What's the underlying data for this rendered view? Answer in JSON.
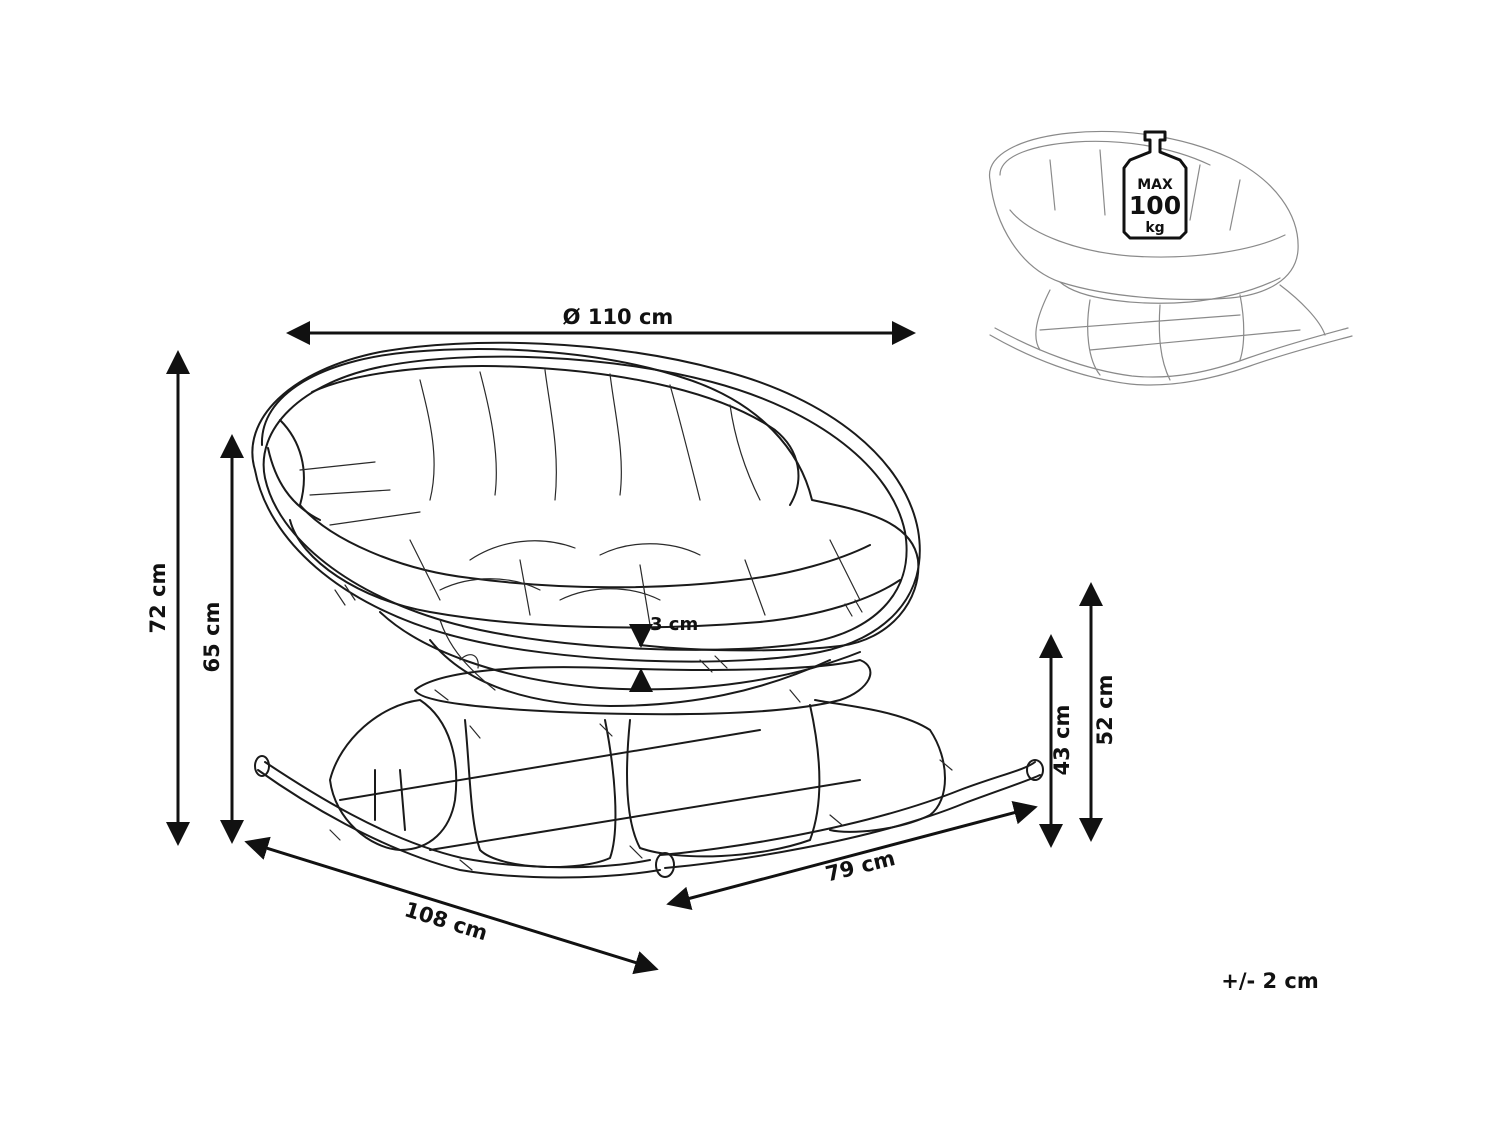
{
  "dimensions": {
    "diameter": "Ø 110 cm",
    "total_height": "72 cm",
    "back_height": "65 cm",
    "cushion_thickness": "3 cm",
    "seat_height": "43 cm",
    "armrest_height": "52 cm",
    "depth": "108 cm",
    "base_width": "79 cm",
    "tolerance": "+/- 2 cm"
  },
  "weight_badge": {
    "max_label": "MAX",
    "value": "100",
    "unit": "kg"
  }
}
